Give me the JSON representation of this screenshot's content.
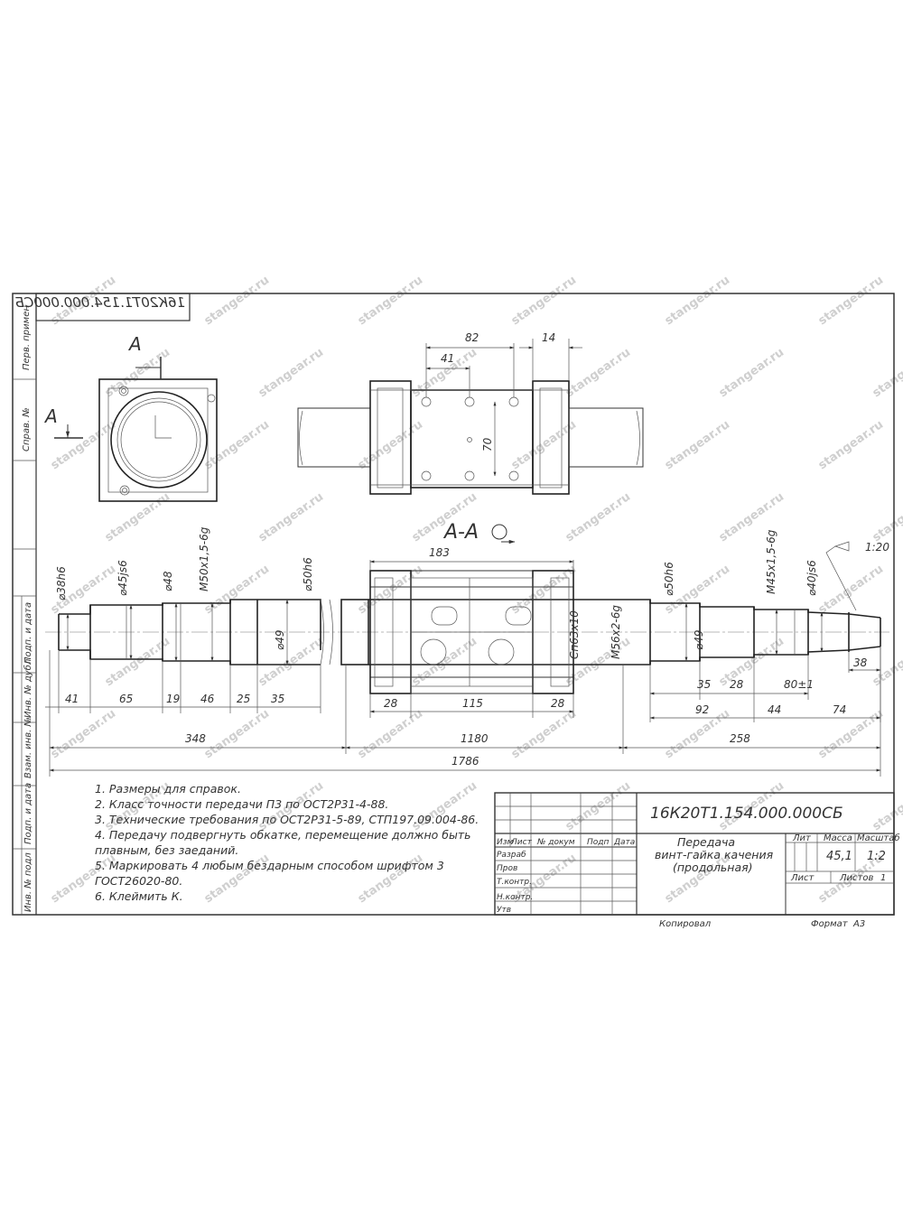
{
  "drawing": {
    "designation_mirrored": "16К20Т1.154.000.000СБ",
    "section_title": "А-А",
    "section_mark": "А",
    "taper_label": "1:20"
  },
  "top_view": {
    "dims": {
      "d82": "82",
      "d14": "14",
      "d41": "41",
      "d70": "70"
    }
  },
  "shaft": {
    "diameters": {
      "d38h6": "⌀38h6",
      "d45js6": "⌀45js6",
      "d48": "⌀48",
      "m50": "M50x1,5-6g",
      "d50h6_left": "⌀50h6",
      "d49_left": "⌀49",
      "d183": "183",
      "sp63": "Сп63x10",
      "m56": "М56x2-6g",
      "d50h6_right": "⌀50h6",
      "d49_right": "⌀49",
      "m45": "M45x1,5-6g",
      "d40js6": "⌀40js6"
    },
    "lengths_left": [
      "41",
      "65",
      "19",
      "46",
      "25",
      "35"
    ],
    "lengths_center": {
      "a": "28",
      "b": "115",
      "c": "28"
    },
    "lengths_right": {
      "l35": "35",
      "l28": "28",
      "l80": "80±1",
      "l38": "38",
      "l92": "92",
      "l44": "44",
      "l74": "74"
    },
    "overall": {
      "left": "348",
      "mid": "1180",
      "right": "258",
      "total": "1786"
    }
  },
  "notes": [
    "1. Размеры для справок.",
    "2. Класс точности передачи П3 по ОСТ2Р31-4-88.",
    "3. Технические требования по ОСТ2Р31-5-89, СТП197.09.004-86.",
    "4. Передачу подвергнуть обкатке, перемещение должно быть",
    "плавным, без заеданий.",
    "5. Маркировать 4 любым бездарным способом шрифтом 3",
    "ГОСТ26020-80.",
    "6. Клеймить К."
  ],
  "side_labels": [
    "Перв. примен",
    "Справ. №",
    "Подп. и дата",
    "Инв. № дубл",
    "Взам. инв. №",
    "Подп. и дата",
    "Инв. № подл"
  ],
  "title_block": {
    "designation": "16К20Т1.154.000.000СБ",
    "name_line1": "Передача",
    "name_line2": "винт-гайка качения",
    "name_line3": "(продольная)",
    "col_lit": "Лит",
    "col_mass": "Масса",
    "col_scale": "Масштаб",
    "mass_value": "45,1",
    "scale_value": "1:2",
    "sheet_label": "Лист",
    "sheets_label": "Листов",
    "sheets_value": "1",
    "hdr_izm": "Изм",
    "hdr_list": "Лист",
    "hdr_doc": "№ докум",
    "hdr_sign": "Подп",
    "hdr_date": "Дата",
    "role_razrab": "Разраб",
    "role_prov": "Пров",
    "role_tkontr": "Т.контр.",
    "role_nkontr": "Н.контр.",
    "role_utv": "Утв",
    "copied": "Копировал",
    "format_label": "Формат",
    "format_value": "А3"
  },
  "watermark": "stangear.ru"
}
